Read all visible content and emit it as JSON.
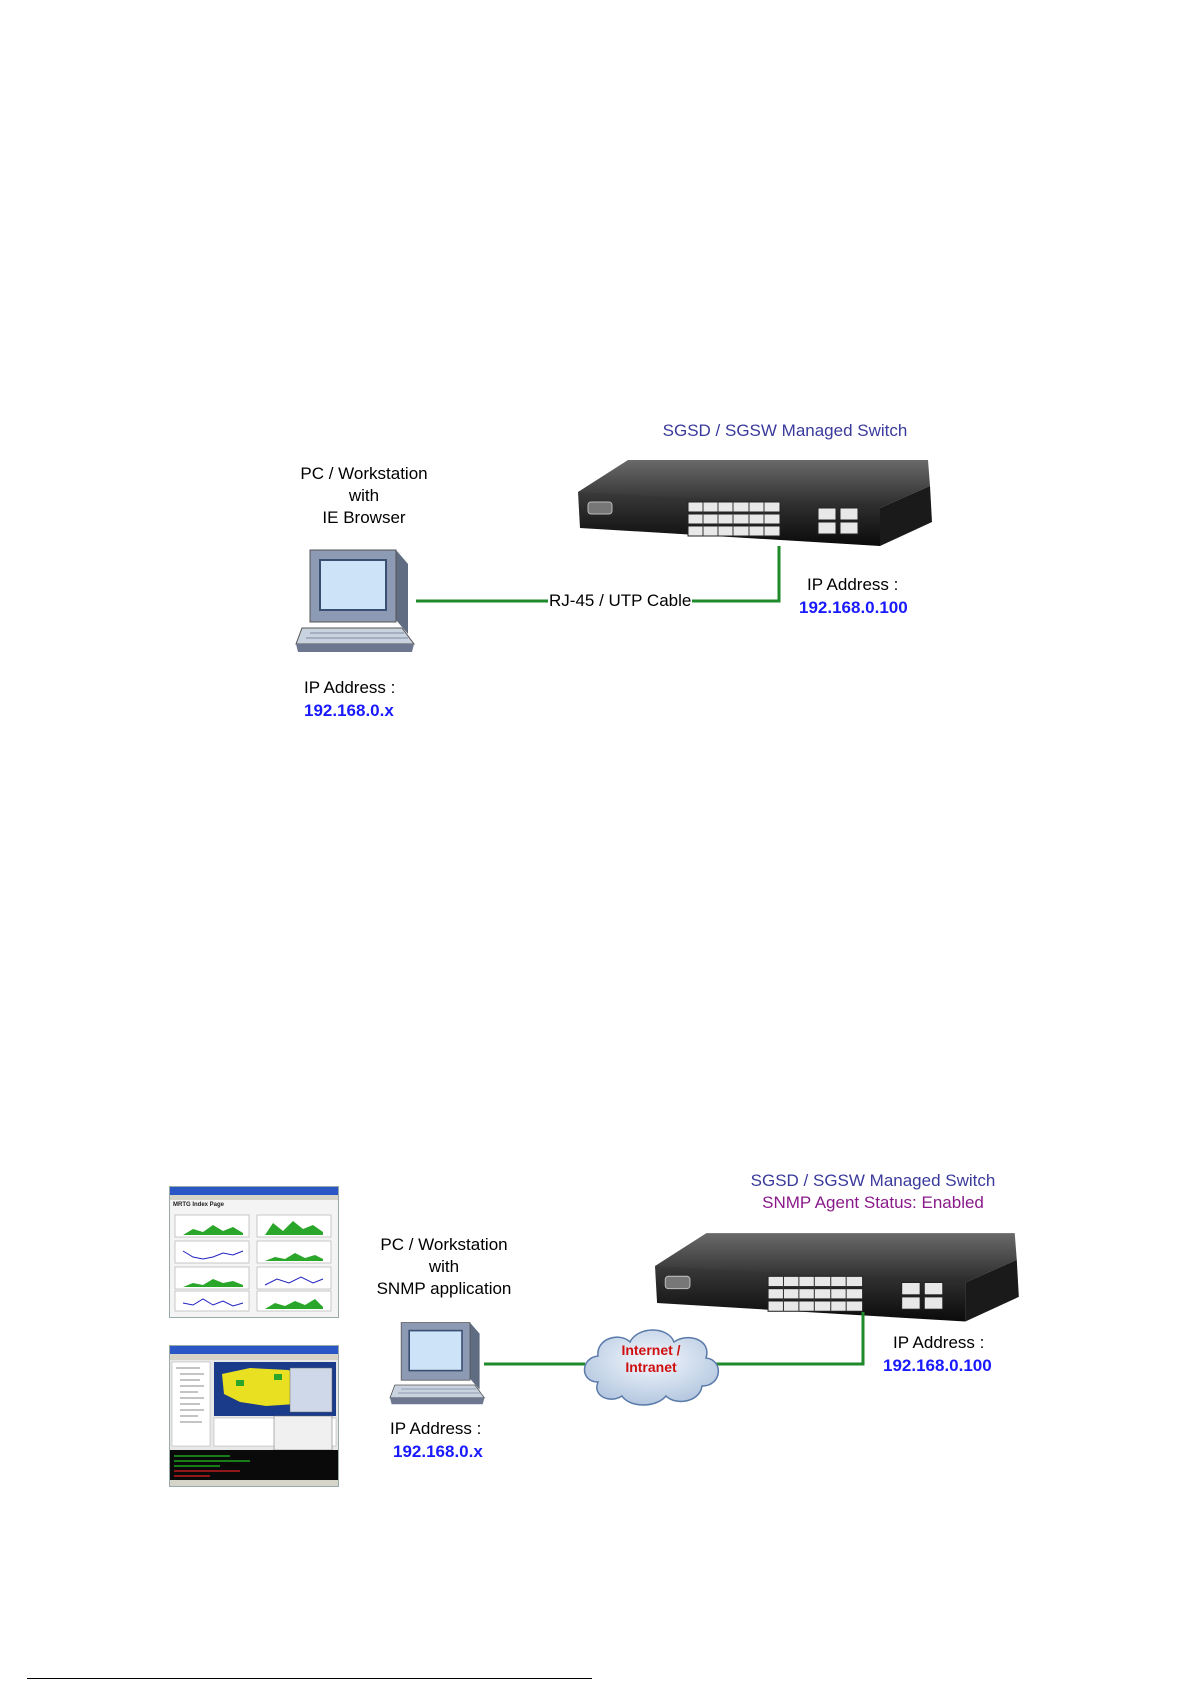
{
  "colors": {
    "ip": "#1a1aff",
    "title": "#3a3a9c",
    "agent_status": "#8a1a8a",
    "cable": "#1e8a2a",
    "cloud_text": "#d01010"
  },
  "diagram1": {
    "switch_title": "SGSD / SGSW Managed Switch",
    "pc_label": [
      "PC / Workstation",
      "with",
      "IE Browser"
    ],
    "cable_label": "RJ-45 / UTP Cable",
    "pc_ip_label": "IP Address :",
    "pc_ip_value": "192.168.0.x",
    "switch_ip_label": "IP Address :",
    "switch_ip_value": "192.168.0.100"
  },
  "diagram2": {
    "switch_title": "SGSD / SGSW Managed Switch",
    "switch_status": "SNMP Agent Status: Enabled",
    "pc_label": [
      "PC / Workstation",
      "with",
      "SNMP application"
    ],
    "cloud_label": [
      "Internet /",
      "Intranet"
    ],
    "pc_ip_label": "IP Address :",
    "pc_ip_value": "192.168.0.x",
    "switch_ip_label": "IP Address :",
    "switch_ip_value": "192.168.0.100",
    "screenshot1_title": "MRTG Index Page"
  },
  "icons": [
    "pc-icon",
    "switch-icon",
    "cloud-icon",
    "screenshot-thumbnail"
  ]
}
